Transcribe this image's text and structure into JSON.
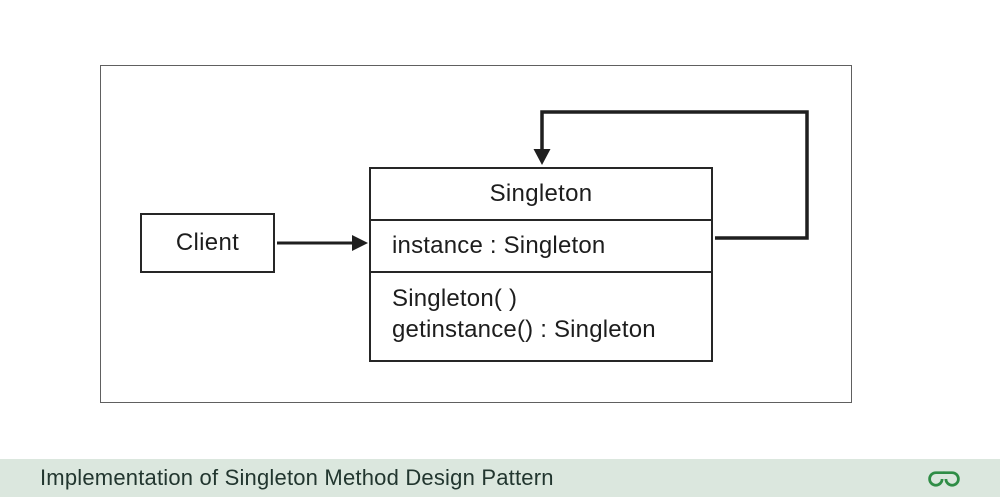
{
  "diagram": {
    "client": {
      "label": "Client"
    },
    "singleton_class": {
      "name": "Singleton",
      "attributes": [
        "instance : Singleton"
      ],
      "methods": [
        "Singleton( )",
        "getinstance() : Singleton"
      ]
    },
    "relations": [
      {
        "from": "Client",
        "to": "Singleton",
        "type": "association-arrow"
      },
      {
        "from": "Singleton",
        "to": "Singleton",
        "type": "self-reference-arrow"
      }
    ]
  },
  "footer": {
    "caption": "Implementation of Singleton Method Design Pattern",
    "logo": "geeksforgeeks-logo"
  },
  "colors": {
    "line": "#1f1f1f",
    "box_border": "#262626",
    "outer_border": "#606060",
    "footer_bg": "#dbe7de",
    "footer_text": "#22362f",
    "logo_green": "#2f8d46"
  }
}
